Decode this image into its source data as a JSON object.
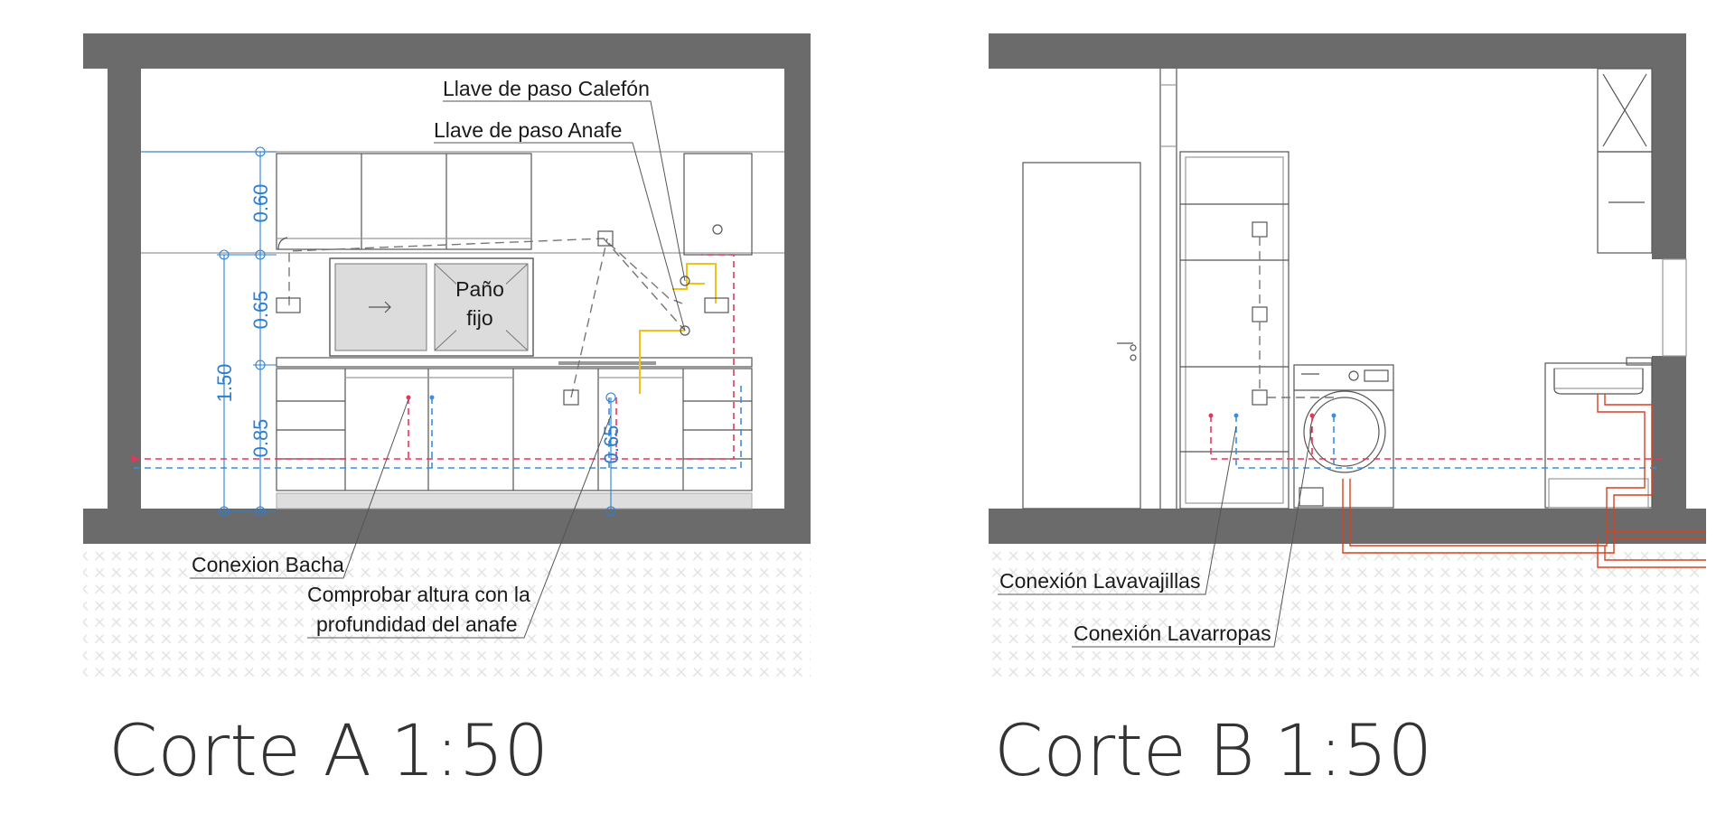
{
  "corte_a": {
    "title": "Corte A",
    "scale": "1:50",
    "dims": {
      "d060": "0.60",
      "d065": "0.65",
      "d150": "1.50",
      "d085": "0.85",
      "d065b": "0.65"
    },
    "labels": {
      "calefon": "Llave de paso Calefón",
      "anafe": "Llave de paso Anafe",
      "pano": "Paño",
      "fijo": "fijo",
      "bacha": "Conexion Bacha",
      "comprobar1": "Comprobar altura con la",
      "comprobar2": "profundidad del anafe"
    }
  },
  "corte_b": {
    "title": "Corte B",
    "scale": "1:50",
    "labels": {
      "lavavajillas": "Conexión Lavavajillas",
      "lavarropas": "Conexión Lavarropas"
    }
  },
  "colors": {
    "wall": "#6b6b6b",
    "hot_water": "#e8365a",
    "cold_water": "#3b8ee0",
    "gas": "#f2c21b",
    "dimension": "#2a7fd4",
    "drain": "#d9411e"
  }
}
